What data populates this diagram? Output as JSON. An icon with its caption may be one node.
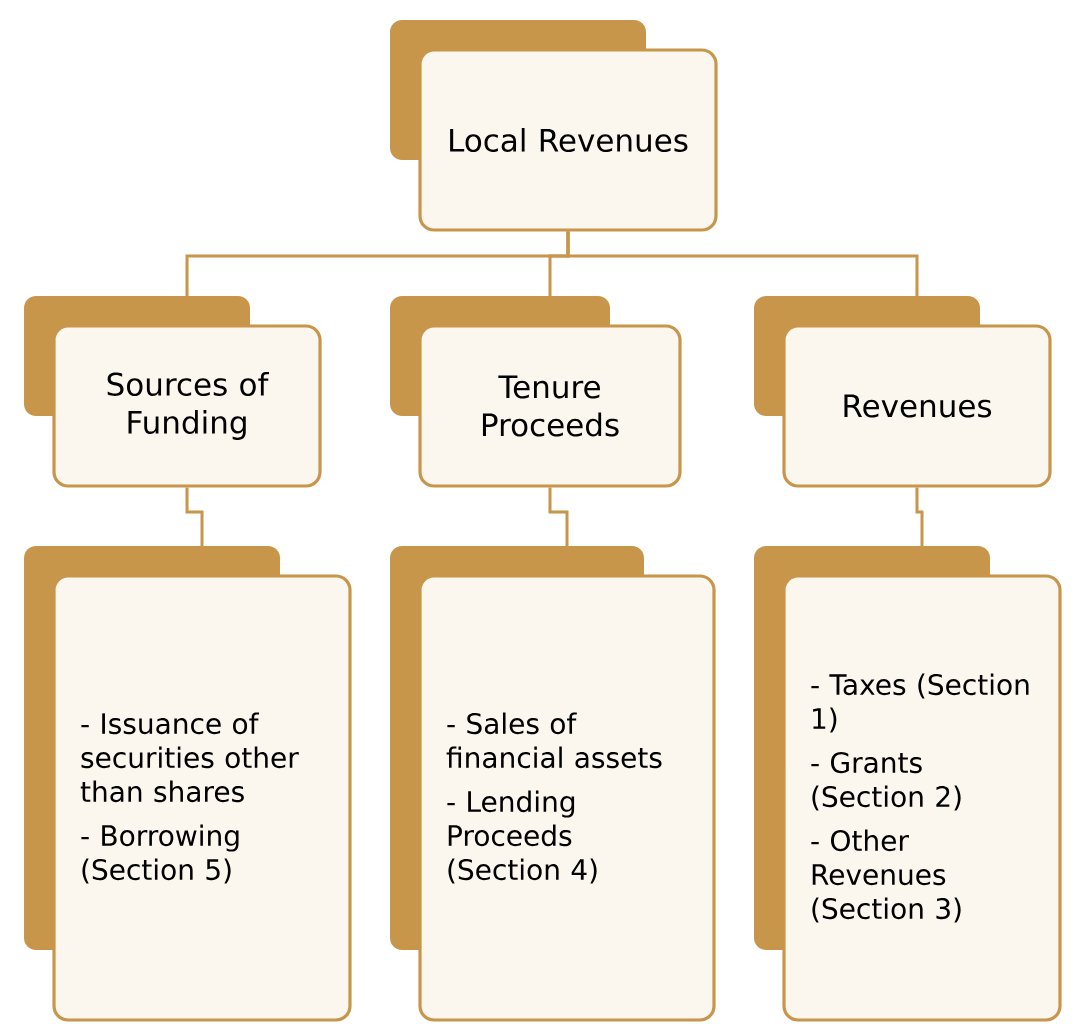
{
  "diagram": {
    "nodes": [
      {
        "text": [
          "Local Revenues"
        ]
      },
      {
        "text": [
          "Sources of Funding"
        ]
      },
      {
        "text": [
          "Tenure Proceeds"
        ]
      },
      {
        "text": [
          "Revenues"
        ]
      },
      {
        "text": [
          "- Issuance of securities other than shares",
          "- Borrowing (Section 5)"
        ]
      },
      {
        "text": [
          "- Sales of financial assets",
          "- Lending Proceeds (Section 4)"
        ]
      },
      {
        "text": [
          "- Taxes (Section 1)",
          "- Grants (Section 2)",
          "- Other Revenues (Section 3)"
        ]
      }
    ],
    "edges": [
      {
        "from": 0,
        "to": 1,
        "arrow": "none"
      },
      {
        "from": 0,
        "to": 2,
        "arrow": "none"
      },
      {
        "from": 0,
        "to": 3,
        "arrow": "none"
      },
      {
        "from": 1,
        "to": 4,
        "arrow": "none"
      },
      {
        "from": 2,
        "to": 5,
        "arrow": "none"
      },
      {
        "from": 3,
        "to": 6,
        "arrow": "none"
      }
    ]
  }
}
